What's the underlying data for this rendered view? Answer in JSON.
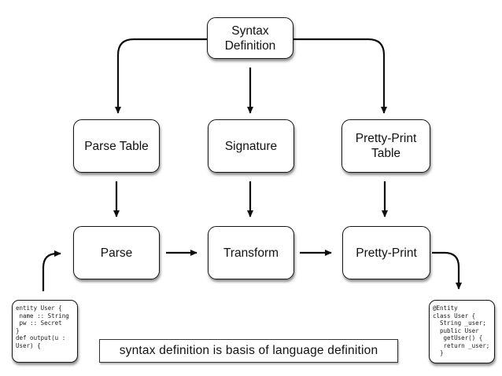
{
  "diagram": {
    "title_node": "Syntax\nDefinition",
    "nodes": [
      {
        "id": "syntax-definition",
        "label": "Syntax\nDefinition"
      },
      {
        "id": "parse-table",
        "label": "Parse Table"
      },
      {
        "id": "signature",
        "label": "Signature"
      },
      {
        "id": "pretty-print-table",
        "label": "Pretty-Print\nTable"
      },
      {
        "id": "parse",
        "label": "Parse"
      },
      {
        "id": "transform",
        "label": "Transform"
      },
      {
        "id": "pretty-print",
        "label": "Pretty-Print"
      }
    ],
    "edges": [
      {
        "from": "syntax-definition",
        "to": "parse-table"
      },
      {
        "from": "syntax-definition",
        "to": "signature"
      },
      {
        "from": "syntax-definition",
        "to": "pretty-print-table"
      },
      {
        "from": "parse-table",
        "to": "parse"
      },
      {
        "from": "signature",
        "to": "transform"
      },
      {
        "from": "pretty-print-table",
        "to": "pretty-print"
      },
      {
        "from": "parse",
        "to": "transform"
      },
      {
        "from": "transform",
        "to": "pretty-print"
      },
      {
        "from": "source-code",
        "to": "parse"
      },
      {
        "from": "pretty-print",
        "to": "generated-code"
      }
    ],
    "code_snippets": {
      "source": "entity User {\n name :: String\n pw :: Secret\n}\ndef output(u :\nUser) {",
      "generated": "@Entity\nclass User {\n  String _user;\n  public User\n   getUser() {\n   return _user;\n  }"
    },
    "caption": "syntax definition is basis of language definition",
    "colors": {
      "stroke": "#000000",
      "node_fill": "#ffffff",
      "background": "#ffffff"
    }
  }
}
